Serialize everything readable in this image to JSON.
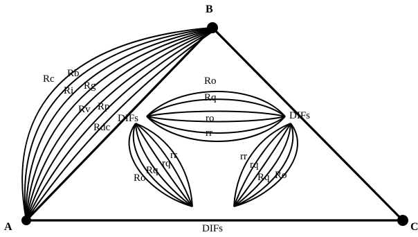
{
  "vertices": {
    "a": "A",
    "b": "B",
    "c": "C"
  },
  "edges": {
    "ab": "DIFs",
    "bc": "DIFs",
    "ac": "DIFs"
  },
  "fan_labels": {
    "rc": "Rc",
    "rb": "Rb",
    "ri": "Ri",
    "rg": "Rg",
    "rv": "Rv",
    "rp": "Rp",
    "rdc": "Rdc"
  },
  "center_labels": {
    "top_outer": "Ro",
    "top_inner": "Rq",
    "top_ro": "ro",
    "top_rr": "rr",
    "left_rr": "rr",
    "left_rq": "rq",
    "left_Rq": "Rq",
    "left_Ro": "Ro",
    "right_rr": "rr",
    "right_rq": "rq",
    "right_Rq": "Rq",
    "right_Ro": "Ro"
  }
}
